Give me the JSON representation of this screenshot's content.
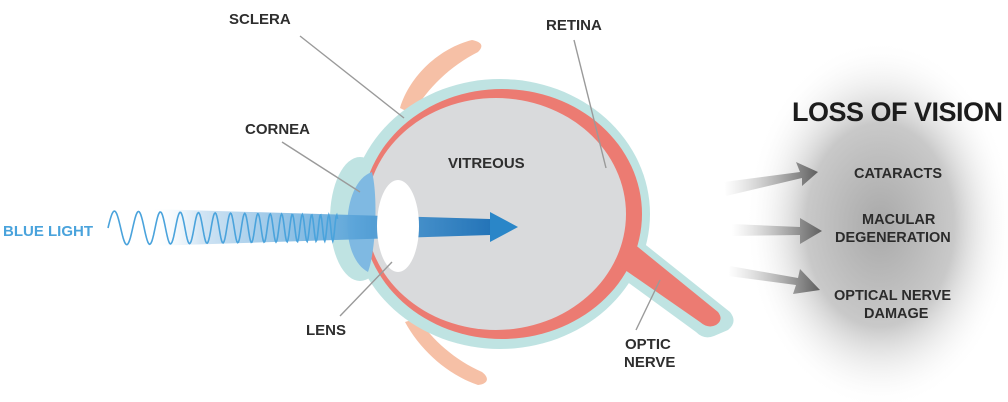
{
  "labels": {
    "sclera": "SCLERA",
    "retina": "RETINA",
    "cornea": "CORNEA",
    "vitreous": "VITREOUS",
    "lens": "LENS",
    "optic_nerve_line1": "OPTIC",
    "optic_nerve_line2": "NERVE",
    "blue_light": "BLUE LIGHT"
  },
  "panel": {
    "title": "LOSS OF VISION",
    "conditions": {
      "cataracts": "CATARACTS",
      "macular_line1": "MACULAR",
      "macular_line2": "DEGENERATION",
      "optical_line1": "OPTICAL NERVE",
      "optical_line2": "DAMAGE"
    }
  },
  "colors": {
    "blue_light": "#4aa3dc",
    "sclera_outline": "#bfe3e2",
    "retina": "#ec7b72",
    "vitreous": "#d9dadc",
    "eyelid": "#f6c0a6",
    "cornea": "#7fb9e2"
  }
}
